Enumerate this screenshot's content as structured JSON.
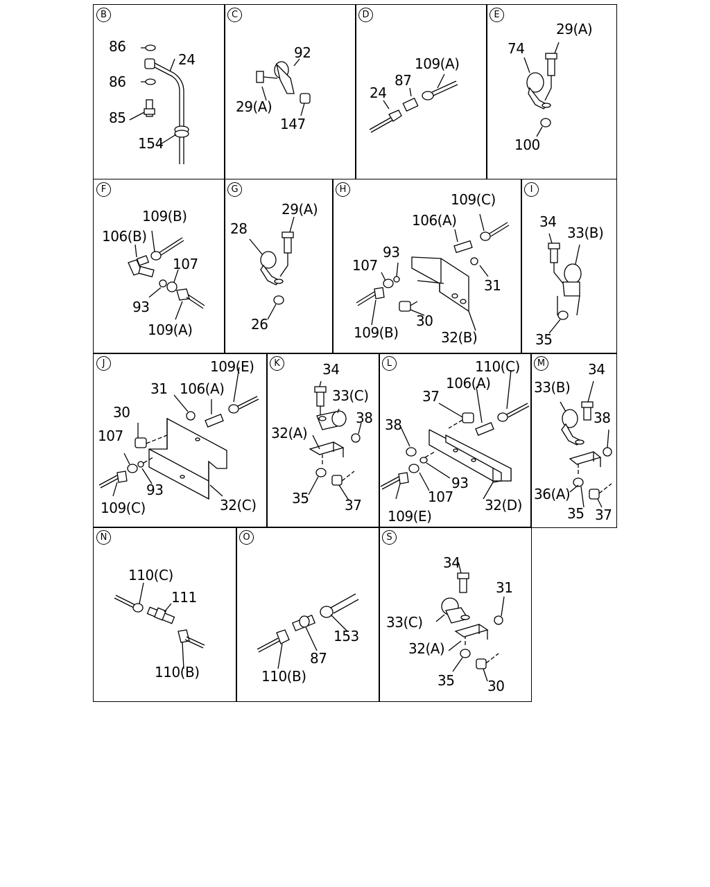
{
  "panels": [
    {
      "letter": "B",
      "callouts": [
        "86",
        "24",
        "86",
        "85",
        "154"
      ]
    },
    {
      "letter": "C",
      "callouts": [
        "92",
        "29(A)",
        "147"
      ]
    },
    {
      "letter": "D",
      "callouts": [
        "109(A)",
        "87",
        "24"
      ]
    },
    {
      "letter": "E",
      "callouts": [
        "29(A)",
        "74",
        "100"
      ]
    },
    {
      "letter": "F",
      "callouts": [
        "109(B)",
        "106(B)",
        "107",
        "93",
        "109(A)"
      ]
    },
    {
      "letter": "G",
      "callouts": [
        "29(A)",
        "28",
        "26"
      ]
    },
    {
      "letter": "H",
      "callouts": [
        "109(C)",
        "106(A)",
        "93",
        "107",
        "31",
        "30",
        "109(B)",
        "32(B)"
      ]
    },
    {
      "letter": "I",
      "callouts": [
        "34",
        "33(B)",
        "35"
      ]
    },
    {
      "letter": "J",
      "callouts": [
        "109(E)",
        "31",
        "106(A)",
        "30",
        "107",
        "93",
        "109(C)",
        "32(C)"
      ]
    },
    {
      "letter": "K",
      "callouts": [
        "34",
        "33(C)",
        "38",
        "32(A)",
        "35",
        "37"
      ]
    },
    {
      "letter": "L",
      "callouts": [
        "110(C)",
        "106(A)",
        "37",
        "38",
        "93",
        "107",
        "109(E)",
        "32(D)"
      ]
    },
    {
      "letter": "M",
      "callouts": [
        "34",
        "33(B)",
        "38",
        "36(A)",
        "35",
        "37"
      ]
    },
    {
      "letter": "N",
      "callouts": [
        "110(C)",
        "111",
        "110(B)"
      ]
    },
    {
      "letter": "O",
      "callouts": [
        "153",
        "87",
        "110(B)"
      ]
    },
    {
      "letter": "S",
      "callouts": [
        "34",
        "31",
        "33(C)",
        "32(A)",
        "35",
        "30"
      ]
    }
  ]
}
